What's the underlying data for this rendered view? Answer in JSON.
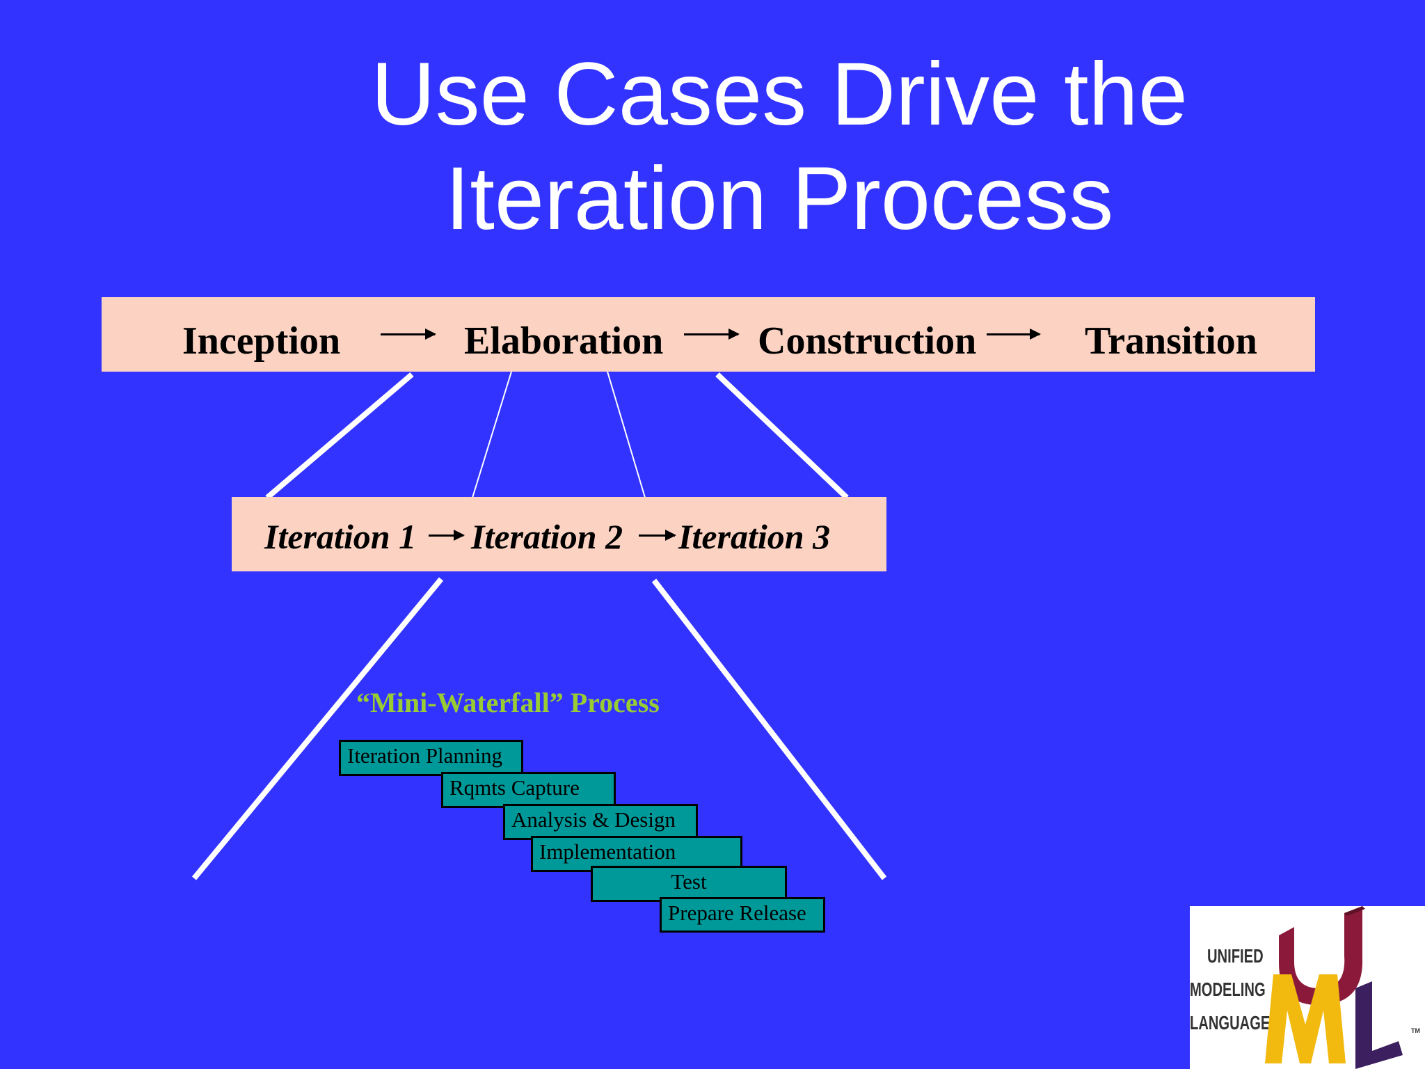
{
  "title": {
    "line1": "Use Cases Drive the",
    "line2": "Iteration Process"
  },
  "phases": [
    "Inception",
    "Elaboration",
    "Construction",
    "Transition"
  ],
  "iterations": [
    "Iteration 1",
    "Iteration 2",
    "Iteration 3"
  ],
  "waterfall": {
    "title": "“Mini-Waterfall” Process",
    "steps": [
      "Iteration Planning",
      "Rqmts Capture",
      "Analysis & Design",
      "Implementation",
      "Test",
      "Prepare Release"
    ]
  },
  "logo": {
    "line1": "UNIFIED",
    "line2": "MODELING",
    "line3": "LANGUAGE",
    "tm": "TM"
  },
  "colors": {
    "background": "#3333ff",
    "bar_fill": "#fcd3c3",
    "step_fill": "#009999",
    "waterfall_title": "#99cc33",
    "logo_u": "#8b1a3a",
    "logo_m": "#f2b90f",
    "logo_l": "#3b1f5e"
  }
}
